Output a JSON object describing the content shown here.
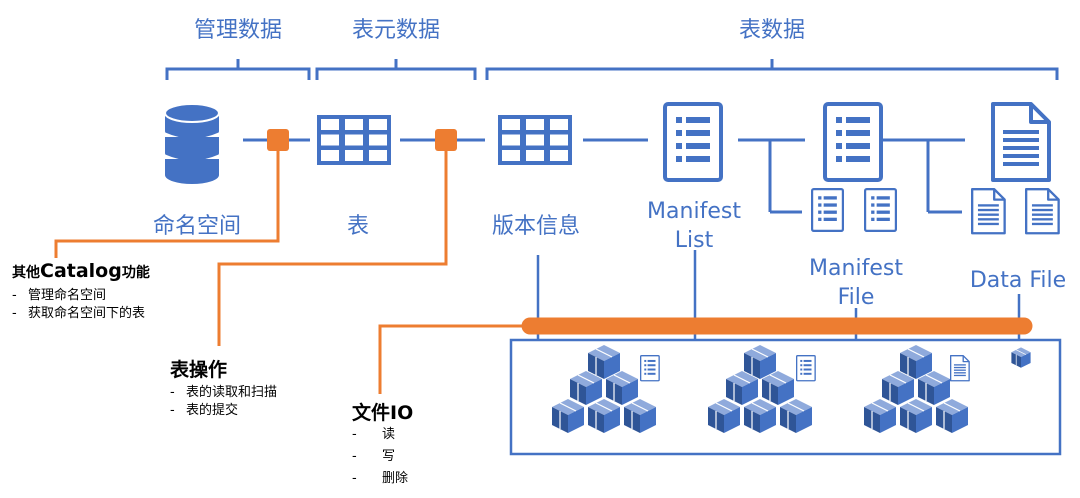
{
  "categories": [
    {
      "label": "管理数据"
    },
    {
      "label": "表元数据"
    },
    {
      "label": "表数据"
    }
  ],
  "nodes": {
    "namespace": "命名空间",
    "table": "表",
    "version_info": "版本信息",
    "manifest_list_l1": "Manifest",
    "manifest_list_l2": "List",
    "manifest_file_l1": "Manifest",
    "manifest_file_l2": "File",
    "data_file": "Data File"
  },
  "capabilities": {
    "catalog": {
      "title_prefix": "其他",
      "title_main": "Catalog",
      "title_suffix": "功能",
      "items": [
        "管理命名空间",
        "获取命名空间下的表"
      ]
    },
    "table_ops": {
      "title": "表操作",
      "items": [
        "表的读取和扫描",
        "表的提交"
      ]
    },
    "file_io": {
      "title": "文件IO",
      "items": [
        "读",
        "写",
        "删除"
      ]
    }
  },
  "colors": {
    "blue": "#4472C4",
    "orange": "#ED7D31",
    "text": "#000000"
  },
  "icons": [
    "database-icon",
    "table-grid-icon",
    "document-list-icon",
    "document-text-icon",
    "box-stack-icon",
    "connector-square-icon"
  ]
}
